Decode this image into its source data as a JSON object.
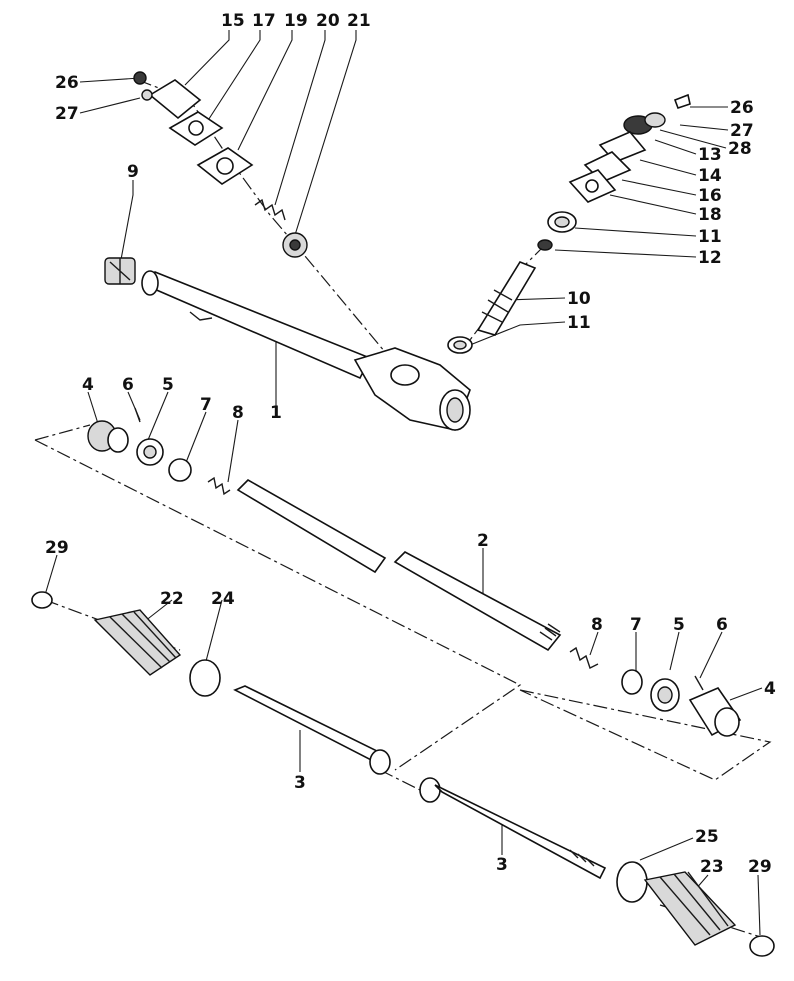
{
  "diagram": {
    "labels": [
      {
        "id": "l15",
        "text": "15"
      },
      {
        "id": "l17",
        "text": "17"
      },
      {
        "id": "l19",
        "text": "19"
      },
      {
        "id": "l20",
        "text": "20"
      },
      {
        "id": "l21",
        "text": "21"
      },
      {
        "id": "l26a",
        "text": "26"
      },
      {
        "id": "l27a",
        "text": "27"
      },
      {
        "id": "l26b",
        "text": "26"
      },
      {
        "id": "l27b",
        "text": "27"
      },
      {
        "id": "l13",
        "text": "13"
      },
      {
        "id": "l28",
        "text": "28"
      },
      {
        "id": "l14",
        "text": "14"
      },
      {
        "id": "l16",
        "text": "16"
      },
      {
        "id": "l18",
        "text": "18"
      },
      {
        "id": "l11a",
        "text": "11"
      },
      {
        "id": "l12",
        "text": "12"
      },
      {
        "id": "l10",
        "text": "10"
      },
      {
        "id": "l11b",
        "text": "11"
      },
      {
        "id": "l9",
        "text": "9"
      },
      {
        "id": "l1",
        "text": "1"
      },
      {
        "id": "l4a",
        "text": "4"
      },
      {
        "id": "l6a",
        "text": "6"
      },
      {
        "id": "l5a",
        "text": "5"
      },
      {
        "id": "l7a",
        "text": "7"
      },
      {
        "id": "l8a",
        "text": "8"
      },
      {
        "id": "l2",
        "text": "2"
      },
      {
        "id": "l8b",
        "text": "8"
      },
      {
        "id": "l7b",
        "text": "7"
      },
      {
        "id": "l5b",
        "text": "5"
      },
      {
        "id": "l6b",
        "text": "6"
      },
      {
        "id": "l4b",
        "text": "4"
      },
      {
        "id": "l29a",
        "text": "29"
      },
      {
        "id": "l22",
        "text": "22"
      },
      {
        "id": "l24",
        "text": "24"
      },
      {
        "id": "l3a",
        "text": "3"
      },
      {
        "id": "l3b",
        "text": "3"
      },
      {
        "id": "l25",
        "text": "25"
      },
      {
        "id": "l23",
        "text": "23"
      },
      {
        "id": "l29b",
        "text": "29"
      }
    ]
  }
}
